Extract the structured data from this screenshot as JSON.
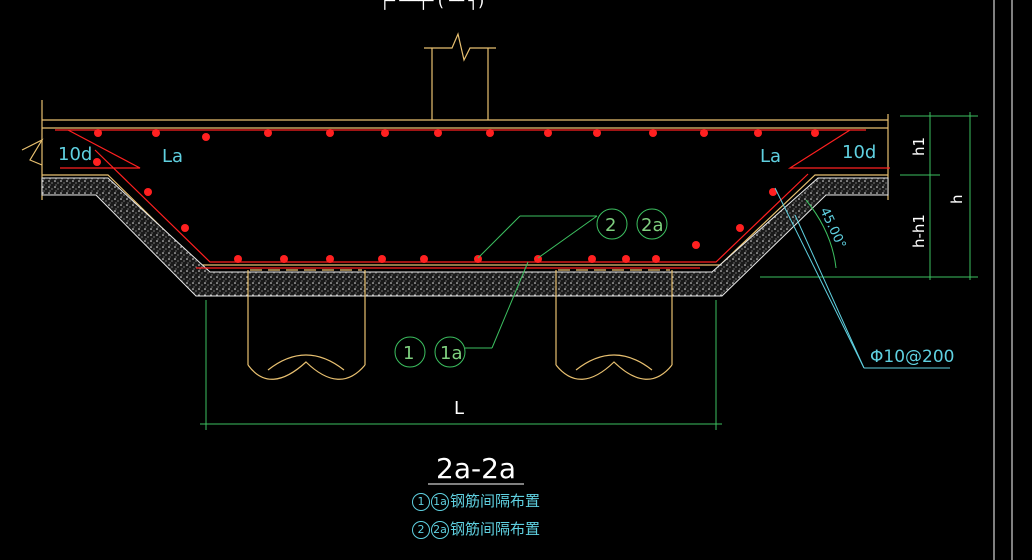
{
  "drawing": {
    "section_title": "2a-2a",
    "labels": {
      "anchor_left": "10d",
      "lap_left": "La",
      "lap_right": "La",
      "anchor_right": "10d",
      "dim_h1": "h1",
      "dim_h": "h",
      "dim_h_minus_h1": "h-h1",
      "dim_L": "L",
      "angle": "45.00°",
      "stirrup": "Φ10@200"
    },
    "callouts": {
      "upper_1": "2",
      "upper_2": "2a",
      "lower_1": "1",
      "lower_2": "1a"
    },
    "notes": [
      {
        "circle1": "1",
        "circle2": "1a",
        "text": "钢筋间隔布置"
      },
      {
        "circle1": "2",
        "circle2": "2a",
        "text": "钢筋间隔布置"
      }
    ],
    "colors": {
      "background": "#000000",
      "outline": "#e8c070",
      "rebar": "#ff2020",
      "dimension": "#3cc060",
      "annotation": "#5fd0e0",
      "concrete": "#e8e8e8"
    }
  }
}
